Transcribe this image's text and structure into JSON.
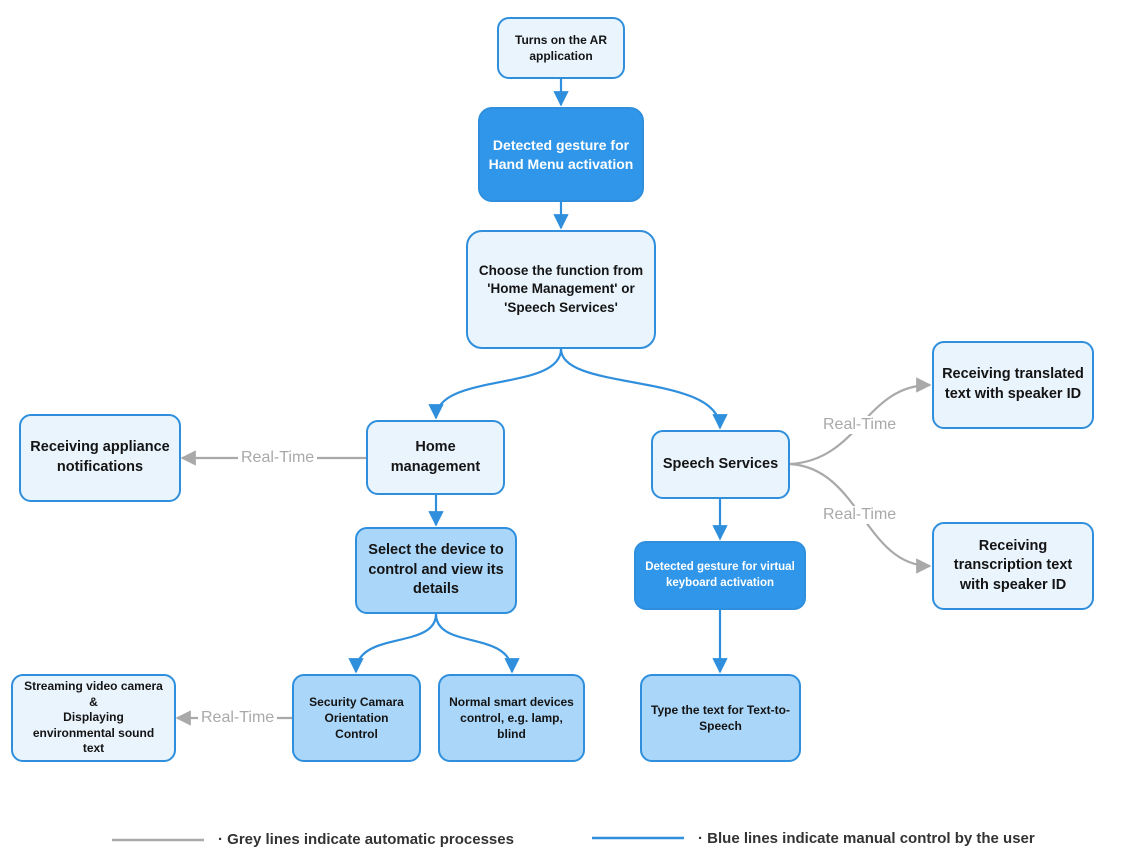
{
  "nodes": {
    "start": "Turns on the AR application",
    "hand_menu": "Detected gesture for Hand Menu activation",
    "choose": "Choose the function from 'Home Management' or 'Speech Services'",
    "home": "Home management",
    "speech": "Speech Services",
    "appliance": "Receiving appliance notifications",
    "select_device": "Select the device to control and view its details",
    "security": "Security Camara Orientation Control",
    "normal_devices": "Normal smart devices control, e.g. lamp, blind",
    "streaming": "Streaming video camera\n&\nDisplaying environmental sound text",
    "translated": "Receiving translated text with speaker ID",
    "transcription": "Receiving transcription text with speaker ID",
    "keyboard_gesture": "Detected gesture for virtual keyboard activation",
    "type_text": "Type the text for Text-to-Speech"
  },
  "edge_labels": {
    "home_to_appliance": "Real-Time",
    "security_to_streaming": "Real-Time",
    "speech_to_translated": "Real-Time",
    "speech_to_transcription": "Real-Time"
  },
  "legend": {
    "grey": "·  Grey lines indicate automatic processes",
    "blue": "·  Blue lines indicate manual control by the user"
  },
  "colors": {
    "blue_line": "#2f8fdc",
    "grey_line": "#a9a9a9",
    "light_fill": "#eaf4fd",
    "mid_fill": "#aad6f9",
    "dark_fill": "#2f96ea"
  }
}
